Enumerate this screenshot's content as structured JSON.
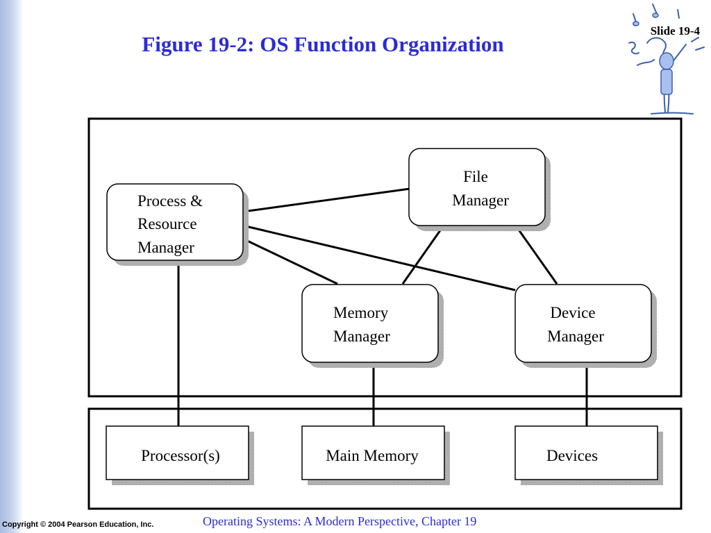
{
  "slide": {
    "title": "Figure 19-2: OS Function Organization",
    "number": "Slide 19-4"
  },
  "footer": {
    "copyright": "Copyright © 2004 Pearson Education, Inc.",
    "course": "Operating Systems: A Modern Perspective, Chapter 19"
  },
  "diagram": {
    "managers": {
      "process": [
        "Process &",
        "Resource",
        "Manager"
      ],
      "file": [
        "File",
        "Manager"
      ],
      "memory": [
        "Memory",
        "Manager"
      ],
      "device": [
        "Device",
        "Manager"
      ]
    },
    "hardware": {
      "processor": "Processor(s)",
      "main_memory": "Main Memory",
      "devices": "Devices"
    }
  },
  "colors": {
    "title": "#2b2bd6",
    "shadow": "#7f7f7f",
    "sidebar": "#a9bde0"
  }
}
